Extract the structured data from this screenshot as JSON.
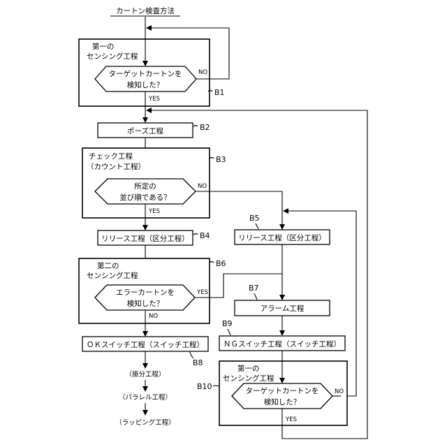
{
  "title": "カートン検査方法",
  "nodes": {
    "first_sensing_a": {
      "label_1": "第一の",
      "label_2": "センシング工程"
    },
    "target_check_a": {
      "line_1": "ターゲットカートンを",
      "line_2": "検知した？"
    },
    "pause": {
      "label": "ポーズ工程"
    },
    "check": {
      "label_1": "チェック工程",
      "label_2": "（カウント工程）"
    },
    "order_check": {
      "line_1": "所定の",
      "line_2": "並び順である？"
    },
    "release_left": {
      "label": "リリース工程（区分工程）"
    },
    "release_right": {
      "label": "リリース工程（区分工程）"
    },
    "second_sensing": {
      "label_1": "第二の",
      "label_2": "センシング工程"
    },
    "error_check": {
      "line_1": "エラーカートンを",
      "line_2": "検知した？"
    },
    "alarm": {
      "label": "アラーム工程"
    },
    "ok_switch": {
      "label": "ＯＫスイッチ工程（スイッチ工程）"
    },
    "ng_switch": {
      "label": "ＮＧスイッチ工程（スイッチ工程）"
    },
    "first_sensing_b": {
      "label_1": "第一の",
      "label_2": "センシング工程"
    },
    "target_check_b": {
      "line_1": "ターゲットカートンを",
      "line_2": "検知した？"
    },
    "sorting": {
      "label": "（振分工程）"
    },
    "parallel": {
      "label": "（パラレル工程）"
    },
    "wrapping": {
      "label": "（ラッピング工程）"
    }
  },
  "branches": {
    "no_a": "NO",
    "yes_a": "YES",
    "no_order": "NO",
    "yes_order": "YES",
    "yes_error": "YES",
    "no_error": "NO",
    "no_b": "NO",
    "yes_b": "YES"
  },
  "refs": {
    "b1": "B1",
    "b2": "B2",
    "b3": "B3",
    "b4": "B4",
    "b5": "B5",
    "b6": "B6",
    "b7": "B7",
    "b8": "B8",
    "b9": "B9",
    "b10": "B10"
  }
}
